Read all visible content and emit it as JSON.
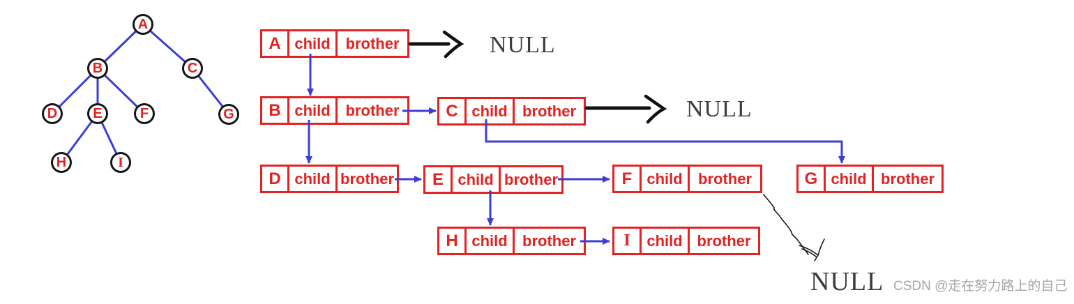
{
  "tree": {
    "A": "A",
    "B": "B",
    "C": "C",
    "D": "D",
    "E": "E",
    "F": "F",
    "G": "G",
    "H": "H",
    "I": "I"
  },
  "list": {
    "A": {
      "label": "A",
      "child": "child",
      "brother": "brother"
    },
    "B": {
      "label": "B",
      "child": "child",
      "brother": "brother"
    },
    "C": {
      "label": "C",
      "child": "child",
      "brother": "brother"
    },
    "D": {
      "label": "D",
      "child": "child",
      "brother": "brother"
    },
    "E": {
      "label": "E",
      "child": "child",
      "brother": "brother"
    },
    "F": {
      "label": "F",
      "child": "child",
      "brother": "brother"
    },
    "G": {
      "label": "G",
      "child": "child",
      "brother": "brother"
    },
    "H": {
      "label": "H",
      "child": "child",
      "brother": "brother"
    },
    "I": {
      "label": "I",
      "child": "child",
      "brother": "brother"
    }
  },
  "labels": {
    "null_top": "NULL",
    "null_mid": "NULL",
    "null_bottom": "NULL",
    "watermark": "CSDN @走在努力路上的自己"
  },
  "colors": {
    "red": "#e32222",
    "blue": "#3c3cd9",
    "black": "#111111",
    "null_gray": "#3d3d3d",
    "watermark_gray": "#a5a5a5"
  }
}
